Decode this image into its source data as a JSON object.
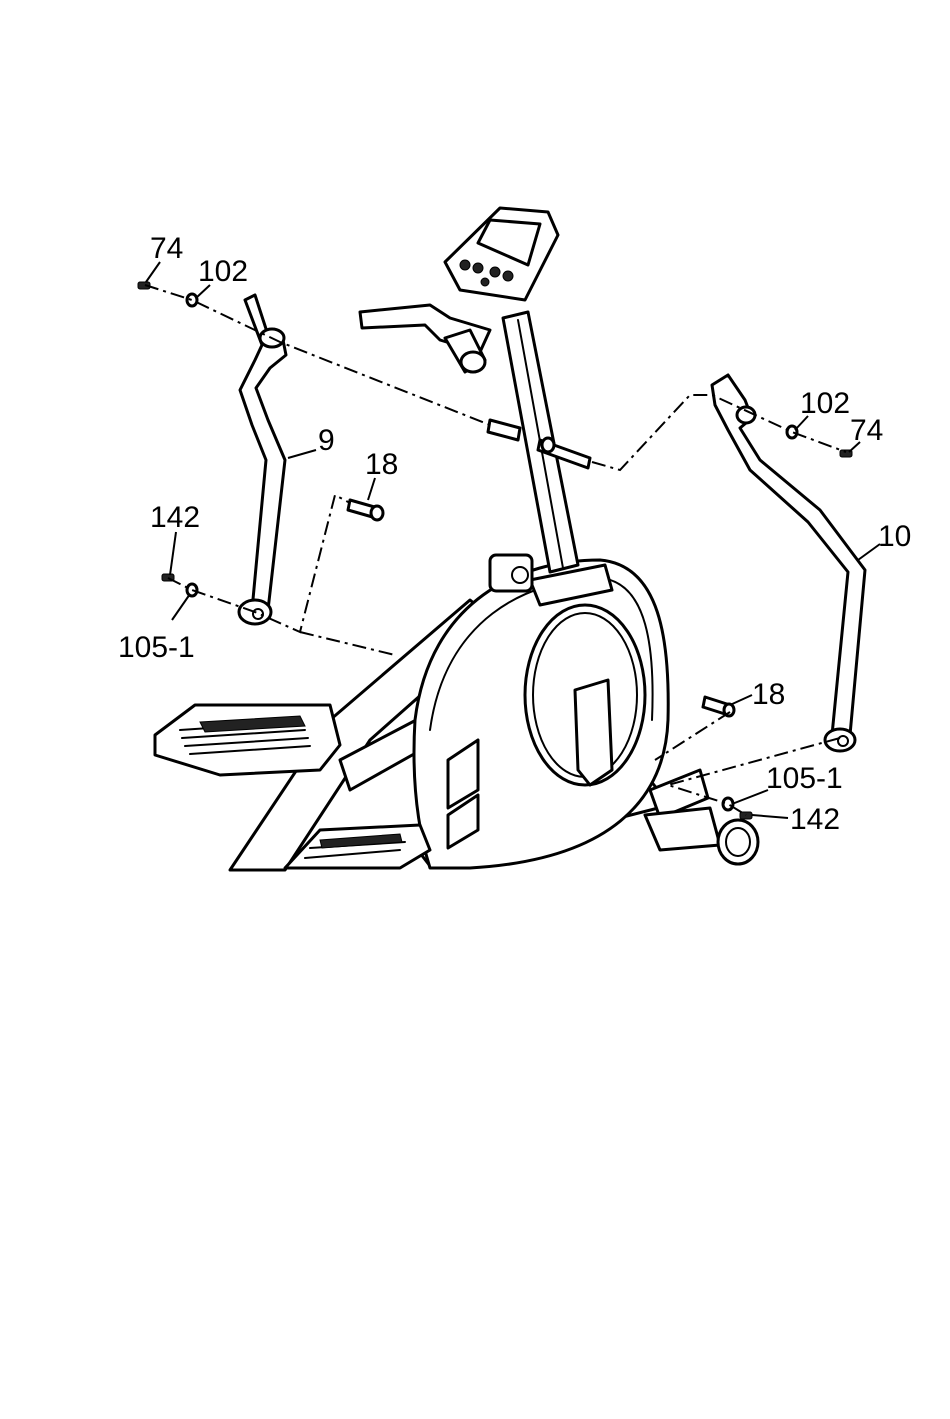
{
  "callouts": {
    "left_bolt": "74",
    "left_washer": "102",
    "left_arm": "9",
    "left_axle": "18",
    "left_lower_bolt": "142",
    "left_lower_washer": "105-1",
    "right_washer": "102",
    "right_bolt": "74",
    "right_arm": "10",
    "right_axle": "18",
    "right_lower_washer": "105-1",
    "right_lower_bolt": "142"
  }
}
